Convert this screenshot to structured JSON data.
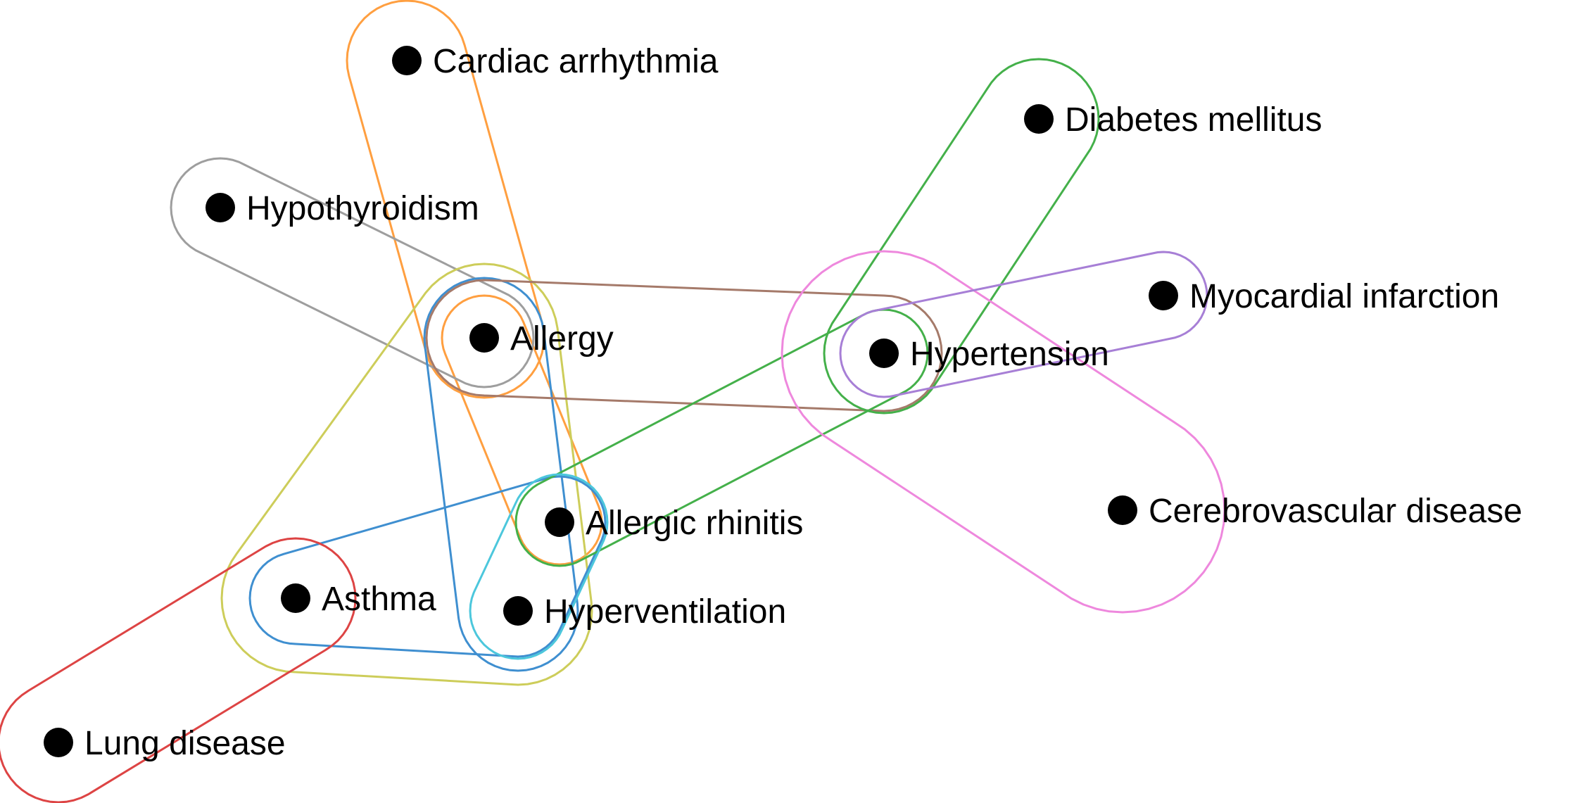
{
  "nodes": [
    {
      "id": "cardiac",
      "label": "Cardiac arrhythmia"
    },
    {
      "id": "diabetes",
      "label": "Diabetes mellitus"
    },
    {
      "id": "hypothyroidism",
      "label": "Hypothyroidism"
    },
    {
      "id": "allergy",
      "label": "Allergy"
    },
    {
      "id": "hypertension",
      "label": "Hypertension"
    },
    {
      "id": "myocardial",
      "label": "Myocardial infarction"
    },
    {
      "id": "allergic_rhinitis",
      "label": "Allergic rhinitis"
    },
    {
      "id": "cerebrovascular",
      "label": "Cerebrovascular disease"
    },
    {
      "id": "asthma",
      "label": "Asthma"
    },
    {
      "id": "hyperventilation",
      "label": "Hyperventilation"
    },
    {
      "id": "lung",
      "label": "Lung disease"
    }
  ],
  "hyperedges": [
    {
      "id": "orange",
      "color": "#ff9f40",
      "members": [
        "cardiac",
        "allergy"
      ]
    },
    {
      "id": "orange-inner",
      "color": "#ff9f40",
      "members": [
        "allergy",
        "allergic_rhinitis"
      ]
    },
    {
      "id": "gray",
      "color": "#9e9e9e",
      "members": [
        "hypothyroidism",
        "allergy"
      ]
    },
    {
      "id": "olive",
      "color": "#cdcd5a",
      "members": [
        "allergy",
        "asthma",
        "hyperventilation"
      ]
    },
    {
      "id": "blue",
      "color": "#3f8fd0",
      "members": [
        "allergy",
        "hyperventilation"
      ]
    },
    {
      "id": "blue-asthma",
      "color": "#3f8fd0",
      "members": [
        "asthma",
        "allergic_rhinitis",
        "hyperventilation"
      ]
    },
    {
      "id": "brown",
      "color": "#a57a6a",
      "members": [
        "allergy",
        "hypertension"
      ]
    },
    {
      "id": "green",
      "color": "#44b04a",
      "members": [
        "diabetes",
        "hypertension"
      ]
    },
    {
      "id": "green-inner",
      "color": "#44b04a",
      "members": [
        "hypertension",
        "allergic_rhinitis"
      ]
    },
    {
      "id": "pink",
      "color": "#ee88dd",
      "members": [
        "hypertension",
        "cerebrovascular"
      ]
    },
    {
      "id": "purple",
      "color": "#a77fd6",
      "members": [
        "hypertension",
        "myocardial"
      ]
    },
    {
      "id": "cyan",
      "color": "#4cc7dc",
      "members": [
        "allergic_rhinitis",
        "hyperventilation"
      ]
    },
    {
      "id": "red",
      "color": "#dd4444",
      "members": [
        "asthma",
        "lung"
      ]
    }
  ]
}
